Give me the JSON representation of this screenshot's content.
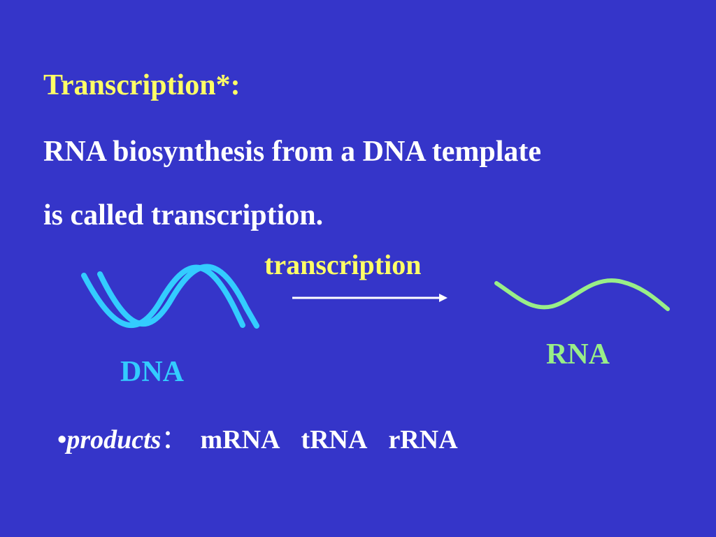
{
  "heading": "Transcription*:",
  "definition": {
    "line1": "RNA biosynthesis from a DNA template",
    "line2": "is called transcription."
  },
  "process_label": "transcription",
  "dna_label": "DNA",
  "rna_label": "RNA",
  "products": {
    "bullet": "•",
    "label": "products",
    "separator": "：",
    "items": [
      "mRNA",
      "tRNA",
      "rRNA"
    ]
  },
  "colors": {
    "background": "#3535c9",
    "heading": "#ffff66",
    "dna": "#33ccff",
    "rna": "#99ee88",
    "arrow": "#ffffff"
  }
}
